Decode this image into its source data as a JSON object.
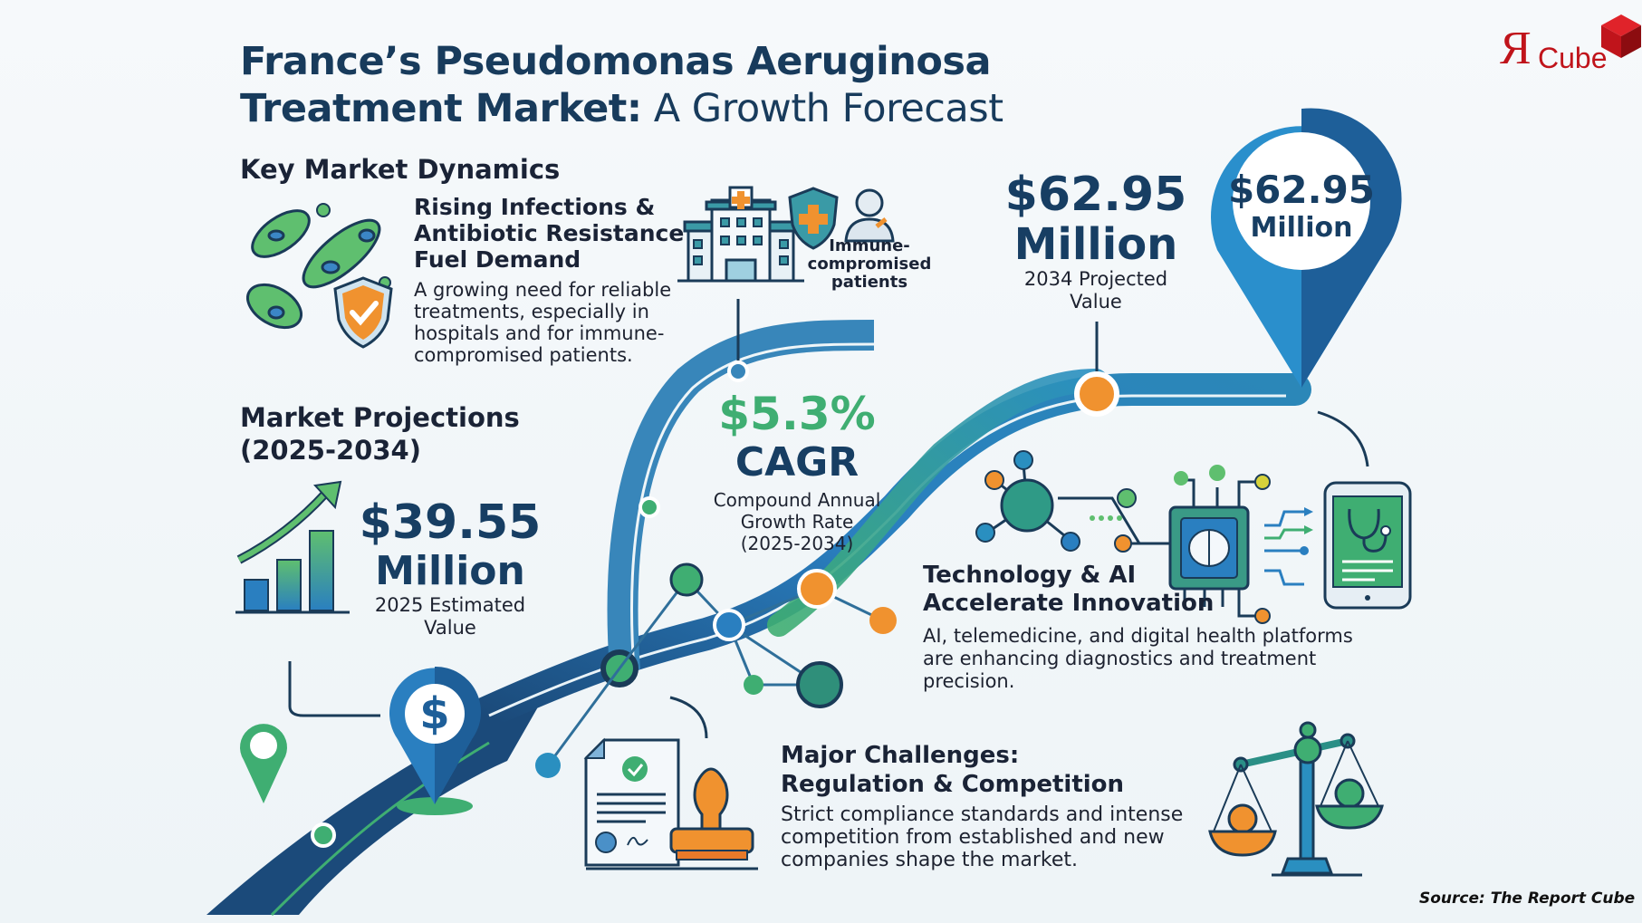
{
  "title": {
    "line1": "France’s Pseudomonas Aeruginosa",
    "line2_bold": "Treatment Market:",
    "line2_light": " A Growth Forecast"
  },
  "logo": {
    "letter": "Я",
    "word": "Cube",
    "color": "#c0141b"
  },
  "dynamics": {
    "heading": "Key Market Dynamics",
    "item_title_lines": [
      "Rising Infections &",
      "Antibiotic Resistance",
      "Fuel Demand"
    ],
    "item_body_lines": [
      "A growing need for reliable",
      "treatments, especially in",
      "hospitals and for immune-",
      "compromised patients."
    ],
    "icons": [
      "bacteria-icon",
      "shield-check-icon",
      "hospital-icon",
      "medical-shield-icon",
      "patient-icon"
    ],
    "patient_label_lines": [
      "Immune-",
      "compromised",
      "patients"
    ]
  },
  "projections": {
    "heading_lines": [
      "Market Projections",
      "(2025-2034)"
    ],
    "start_value": "$39.55",
    "start_unit": "Million",
    "start_label_lines": [
      "2025 Estimated",
      "Value"
    ],
    "cagr_value": "$5.3%",
    "cagr_label": "CAGR",
    "cagr_desc_lines": [
      "Compound Annual",
      "Growth Rate",
      "(2025-2034)"
    ],
    "end_value": "$62.95",
    "end_unit": "Million",
    "end_label_lines": [
      "2034 Projected",
      "Value"
    ],
    "pin_value": "$62.95",
    "pin_unit": "Million",
    "pin_dollar": "$"
  },
  "technology": {
    "title_lines": [
      "Technology & AI",
      "Accelerate Innovation"
    ],
    "body_lines": [
      "AI, telemedicine, and digital health platforms",
      "are enhancing diagnostics and treatment",
      "precision."
    ]
  },
  "challenges": {
    "title_lines": [
      "Major Challenges:",
      "Regulation & Competition"
    ],
    "body_lines": [
      "Strict compliance standards and intense",
      "competition from established and new",
      "companies shape the market."
    ]
  },
  "source": "Source: The Report Cube",
  "colors": {
    "navy": "#173e63",
    "blue": "#2a7fc0",
    "green": "#3fae72",
    "orange": "#f0922f",
    "teal": "#3a9aa6"
  }
}
